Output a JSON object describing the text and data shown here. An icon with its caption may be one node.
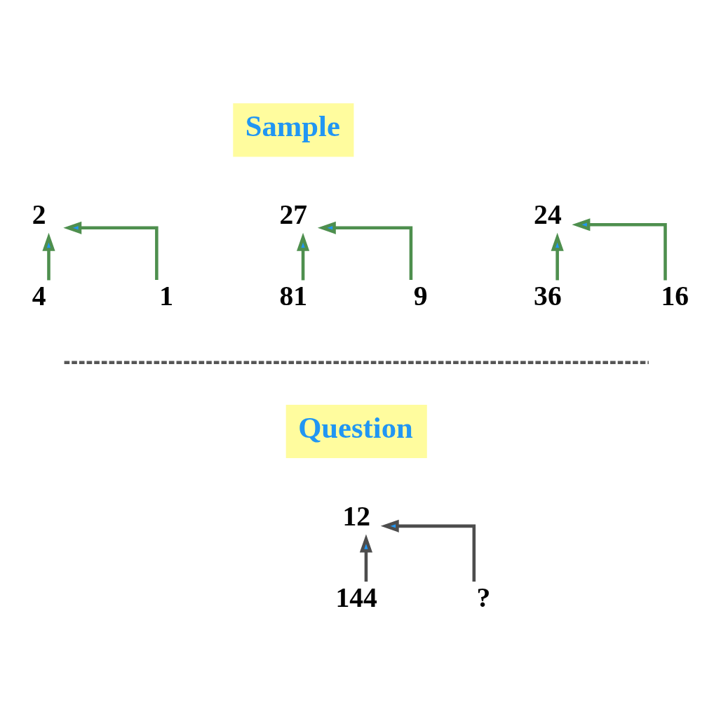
{
  "diagram": {
    "nodes": [
      {
        "text": [
          "Sample"
        ]
      },
      {
        "text": [
          "2"
        ]
      },
      {
        "text": [
          "27"
        ]
      },
      {
        "text": [
          "24"
        ]
      },
      {
        "text": [
          "4"
        ]
      },
      {
        "text": [
          "1"
        ]
      },
      {
        "text": [
          "81"
        ]
      },
      {
        "text": [
          "9"
        ]
      },
      {
        "text": [
          "36"
        ]
      },
      {
        "text": [
          "16"
        ]
      },
      {
        "text": [
          "Question"
        ]
      },
      {
        "text": [
          "12"
        ]
      },
      {
        "text": [
          "144"
        ]
      },
      {
        "text": [
          "?"
        ]
      }
    ],
    "edges": [
      {
        "from": 4,
        "to": 1,
        "arrow": "to"
      },
      {
        "from": 5,
        "to": 1,
        "arrow": "to"
      },
      {
        "from": 6,
        "to": 2,
        "arrow": "to"
      },
      {
        "from": 7,
        "to": 2,
        "arrow": "to"
      },
      {
        "from": 8,
        "to": 3,
        "arrow": "to"
      },
      {
        "from": 9,
        "to": 3,
        "arrow": "to"
      },
      {
        "from": 12,
        "to": 11,
        "arrow": "to",
        "color": "#4d4d4d"
      },
      {
        "from": 13,
        "to": 11,
        "arrow": "to",
        "color": "#4d4d4d"
      }
    ]
  }
}
